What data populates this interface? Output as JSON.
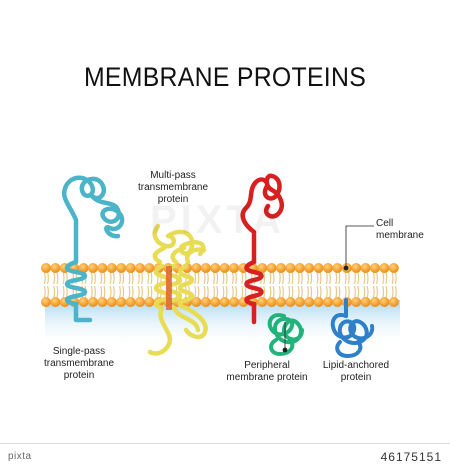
{
  "title": "MEMBRANE PROTEINS",
  "labels": {
    "multi_pass": "Multi-pass\ntransmembrane\nprotein",
    "cell_membrane": "Cell\nmembrane",
    "single_pass": "Single-pass\ntransmembrane\nprotein",
    "peripheral": "Peripheral\nmembrane protein",
    "lipid_anchored": "Lipid-anchored\nprotein"
  },
  "watermark": "PIXTA",
  "stock_logo": "pixta",
  "stock_id": "46175151",
  "colors": {
    "lipid_head": "#f39a1e",
    "lipid_tail": "#e8c98a",
    "cytoplasm": "#bfe2f5",
    "single_pass": "#4bb4c8",
    "multi_pass": "#e8dc55",
    "red_protein": "#d82020",
    "peripheral": "#21b37a",
    "lipid_anchored": "#2f7fc9"
  }
}
